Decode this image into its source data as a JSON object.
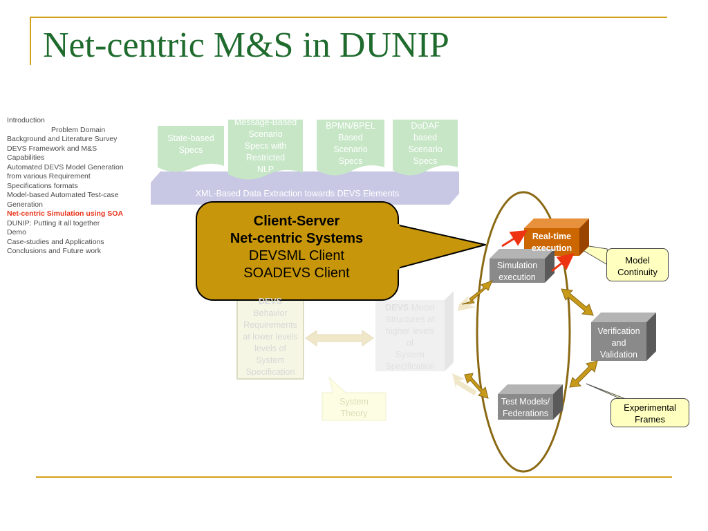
{
  "slide": {
    "title": "Net-centric M&S in DUNIP",
    "outline": [
      {
        "text": "Introduction",
        "indent": false,
        "current": false
      },
      {
        "text": "Problem Domain",
        "indent": true,
        "current": false
      },
      {
        "text": "Background and Literature Survey",
        "indent": false,
        "current": false
      },
      {
        "text": "DEVS Framework and M&S",
        "indent": false,
        "current": false
      },
      {
        "text": "Capabilities",
        "indent": false,
        "current": false
      },
      {
        "text": "Automated DEVS Model Generation",
        "indent": false,
        "current": false
      },
      {
        "text": "from various Requirement",
        "indent": false,
        "current": false
      },
      {
        "text": "Specifications formats",
        "indent": false,
        "current": false
      },
      {
        "text": "Model-based Automated Test-case",
        "indent": false,
        "current": false
      },
      {
        "text": "Generation",
        "indent": false,
        "current": false
      },
      {
        "text": "Net-centric Simulation using SOA",
        "indent": false,
        "current": true
      },
      {
        "text": "DUNIP: Putting it all together",
        "indent": false,
        "current": false
      },
      {
        "text": "Demo",
        "indent": false,
        "current": false
      },
      {
        "text": "Case-studies and Applications",
        "indent": false,
        "current": false
      },
      {
        "text": "Conclusions and Future work",
        "indent": false,
        "current": false
      }
    ]
  },
  "diagram": {
    "docs": {
      "state_based": [
        "State-based",
        "Specs"
      ],
      "message_based": [
        "Message-Based",
        "Scenario",
        "Specs with",
        "Restricted",
        "NLP"
      ],
      "bpmn": [
        "BPMN/BPEL",
        "Based",
        "Scenario",
        "Specs"
      ],
      "dodaf": [
        "DoDAF",
        "based",
        "Scenario",
        "Specs"
      ]
    },
    "xml_band": "XML-Based Data Extraction towards DEVS Elements",
    "behavior_box": {
      "head": "DEVS",
      "lines": [
        "Behavior",
        "Requirements",
        "at lower levels",
        "levels of",
        "System",
        "Specification"
      ]
    },
    "model_box": {
      "head": "DEVS",
      "head_rest": "Model",
      "lines": [
        "Structures at",
        "higher levels",
        "of",
        "System",
        "Specification"
      ]
    },
    "system_theory": [
      "System",
      "Theory"
    ],
    "cubes": {
      "realtime": [
        "Real-time",
        "execution"
      ],
      "simulation": [
        "Simulation",
        "execution"
      ],
      "verification": [
        "Verification",
        "and",
        "Validation"
      ],
      "test_models": [
        "Test Models/",
        "Federations"
      ]
    },
    "labels": {
      "model_continuity": [
        "Model",
        "Continuity"
      ],
      "experimental_frames": [
        "Experimental",
        "Frames"
      ]
    },
    "callout": {
      "line1": "Client-Server",
      "line2": "Net-centric Systems",
      "line3": "DEVSML Client",
      "line4": "SOADEVS Client"
    },
    "colors": {
      "title": "#1f6b2e",
      "accent_rule": "#d4a017",
      "doc_fill": "#c6e6c6",
      "band_fill": "#c8c8e4",
      "callout_fill": "#c8960a",
      "ellipse": "#8b6914",
      "realtime_cube": "#cc6600",
      "gray_cube": "#8a8a8a",
      "current_outline": "#e8341c"
    }
  }
}
